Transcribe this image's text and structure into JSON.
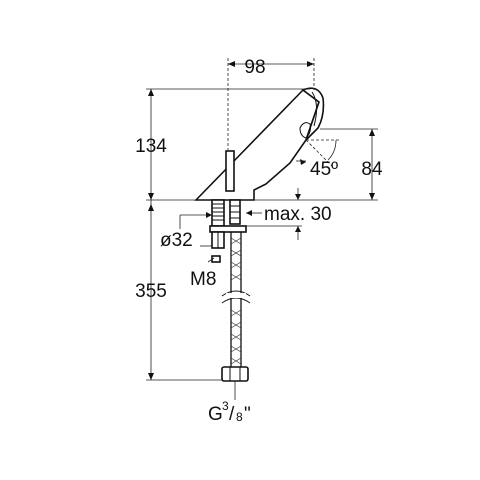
{
  "dimensions": {
    "width_top": "98",
    "height_body": "134",
    "height_spout": "84",
    "angle": "45º",
    "max_thickness": "max. 30",
    "diameter": "ø32",
    "thread": "M8",
    "height_lower": "355",
    "connection_main": "G",
    "connection_fraction_num": "3",
    "connection_fraction_den": "8",
    "connection_inch": "\""
  },
  "colors": {
    "line": "#111111",
    "background": "#ffffff"
  }
}
